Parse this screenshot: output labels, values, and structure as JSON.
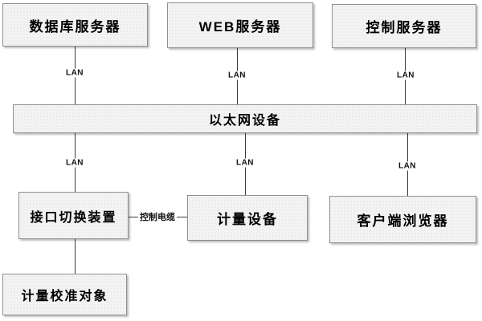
{
  "diagram": {
    "title_hint": "metering system network diagram",
    "nodes": {
      "db_server": {
        "label": "数据库服务器"
      },
      "web_server": {
        "label": "WEB服务器"
      },
      "control_server": {
        "label": "控制服务器"
      },
      "ethernet": {
        "label": "以太网设备"
      },
      "interface_switch": {
        "label": "接口切换装置"
      },
      "metering_device": {
        "label": "计量设备"
      },
      "client_browser": {
        "label": "客户端浏览器"
      },
      "calibration_object": {
        "label": "计量校准对象"
      }
    },
    "edge_labels": {
      "lan": "LAN",
      "control_cable": "控制电缆"
    },
    "colors": {
      "background": "#ffffff",
      "box_fill": "#f3f3f3",
      "box_border": "#8f8f8f",
      "line": "#3a3a3a",
      "text": "#000000"
    }
  }
}
